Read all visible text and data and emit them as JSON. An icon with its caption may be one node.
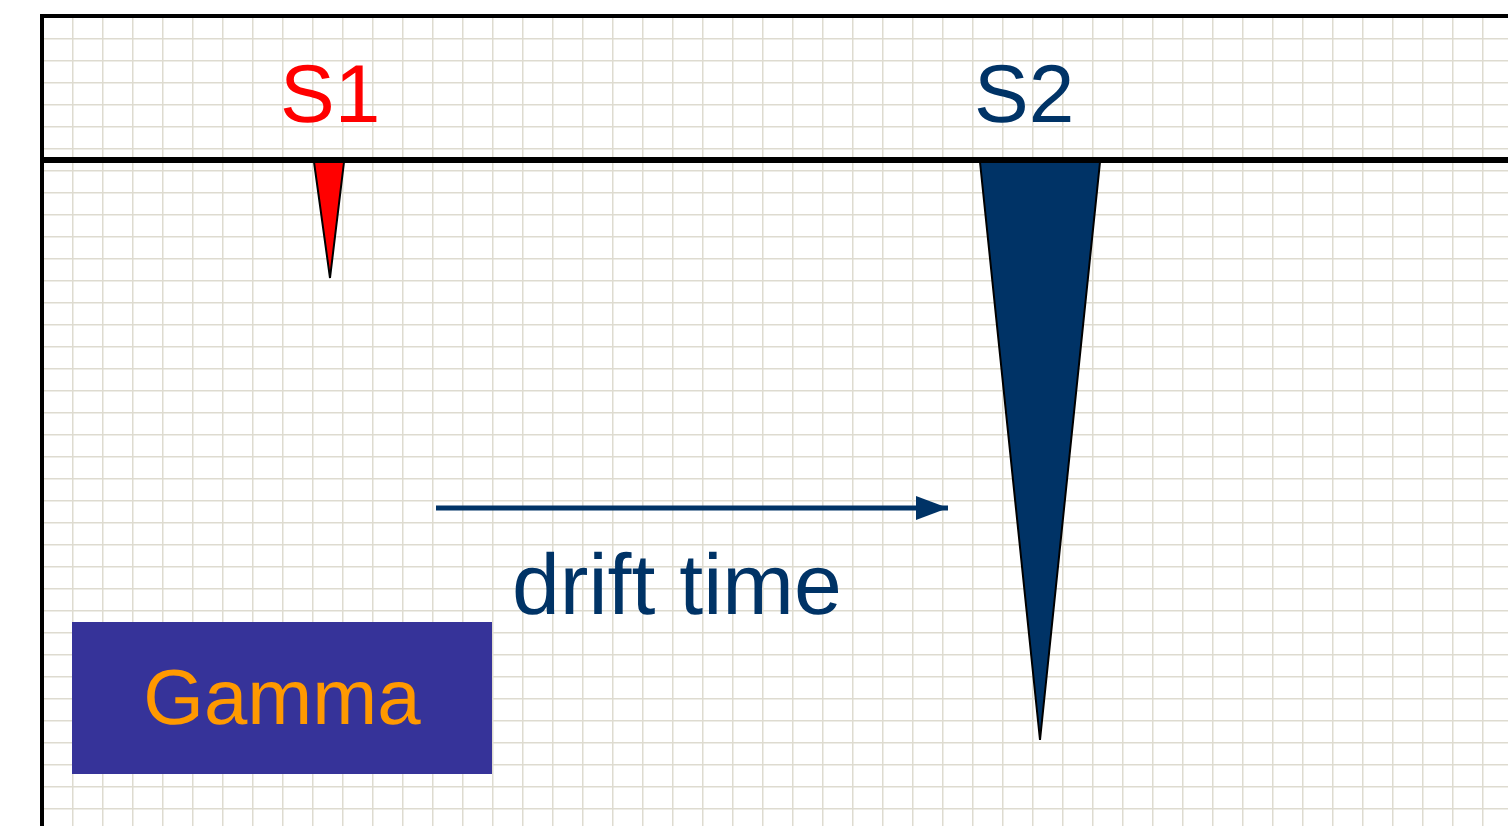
{
  "diagram": {
    "nodes": [
      {
        "text": [
          "Gamma"
        ]
      }
    ],
    "labels": [
      "S1",
      "S2",
      "drift time"
    ]
  }
}
